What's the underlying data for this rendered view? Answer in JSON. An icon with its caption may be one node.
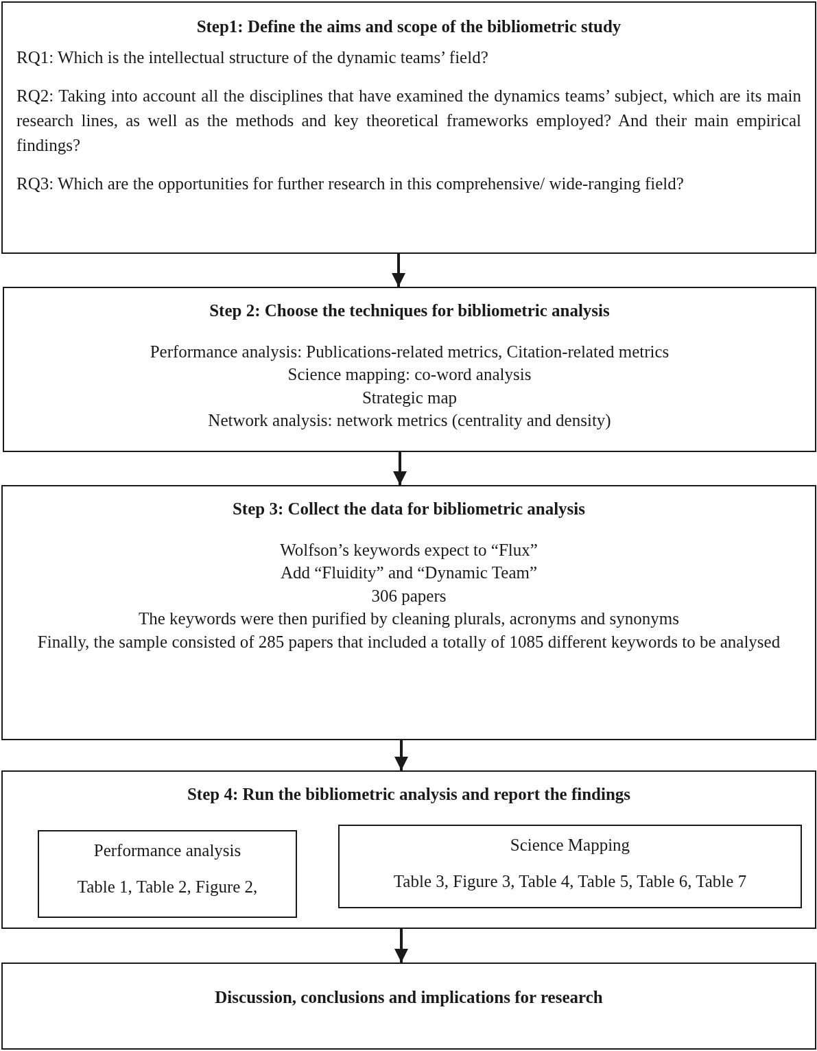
{
  "diagram": {
    "nodes": [
      {
        "text": [
          "Step1: Define the aims and scope of the bibliometric study",
          "RQ1: Which is the intellectual structure of the dynamic teams’ field?",
          "RQ2: Taking into account all the disciplines that have examined the dynamics teams’ subject, which are its main research lines, as well as the methods and key theoretical frameworks employed? And their main empirical findings?",
          "RQ3: Which are the opportunities for further research in this comprehensive/ wide-ranging field?"
        ]
      },
      {
        "text": [
          "Step 2: Choose the techniques for bibliometric analysis",
          "Performance analysis: Publications-related metrics, Citation-related metrics",
          "Science mapping: co-word analysis",
          "Strategic map",
          "Network analysis: network metrics (centrality and density)"
        ]
      },
      {
        "text": [
          "Step 3: Collect the data for bibliometric analysis",
          "Wolfson’s keywords expect to “Flux”",
          "Add “Fluidity” and “Dynamic Team”",
          "306 papers",
          "The keywords were then purified by cleaning plurals, acronyms and synonyms",
          "Finally, the sample consisted of 285 papers that included a totally of 1085 different keywords to be analysed"
        ]
      },
      {
        "text": [
          "Step 4: Run the bibliometric analysis and report the findings"
        ]
      },
      {
        "text": [
          "Performance analysis",
          "Table 1, Table 2, Figure 2,"
        ],
        "in": 3
      },
      {
        "text": [
          "Science Mapping",
          "Table 3, Figure 3, Table 4, Table 5, Table 6, Table 7"
        ],
        "in": 3
      },
      {
        "text": [
          "Discussion, conclusions and implications for research"
        ]
      }
    ],
    "edges": [
      {
        "from": 0,
        "to": 1,
        "arrow": "to"
      },
      {
        "from": 1,
        "to": 2,
        "arrow": "to"
      },
      {
        "from": 2,
        "to": 3,
        "arrow": "to"
      },
      {
        "from": 3,
        "to": 6,
        "arrow": "to"
      }
    ]
  }
}
